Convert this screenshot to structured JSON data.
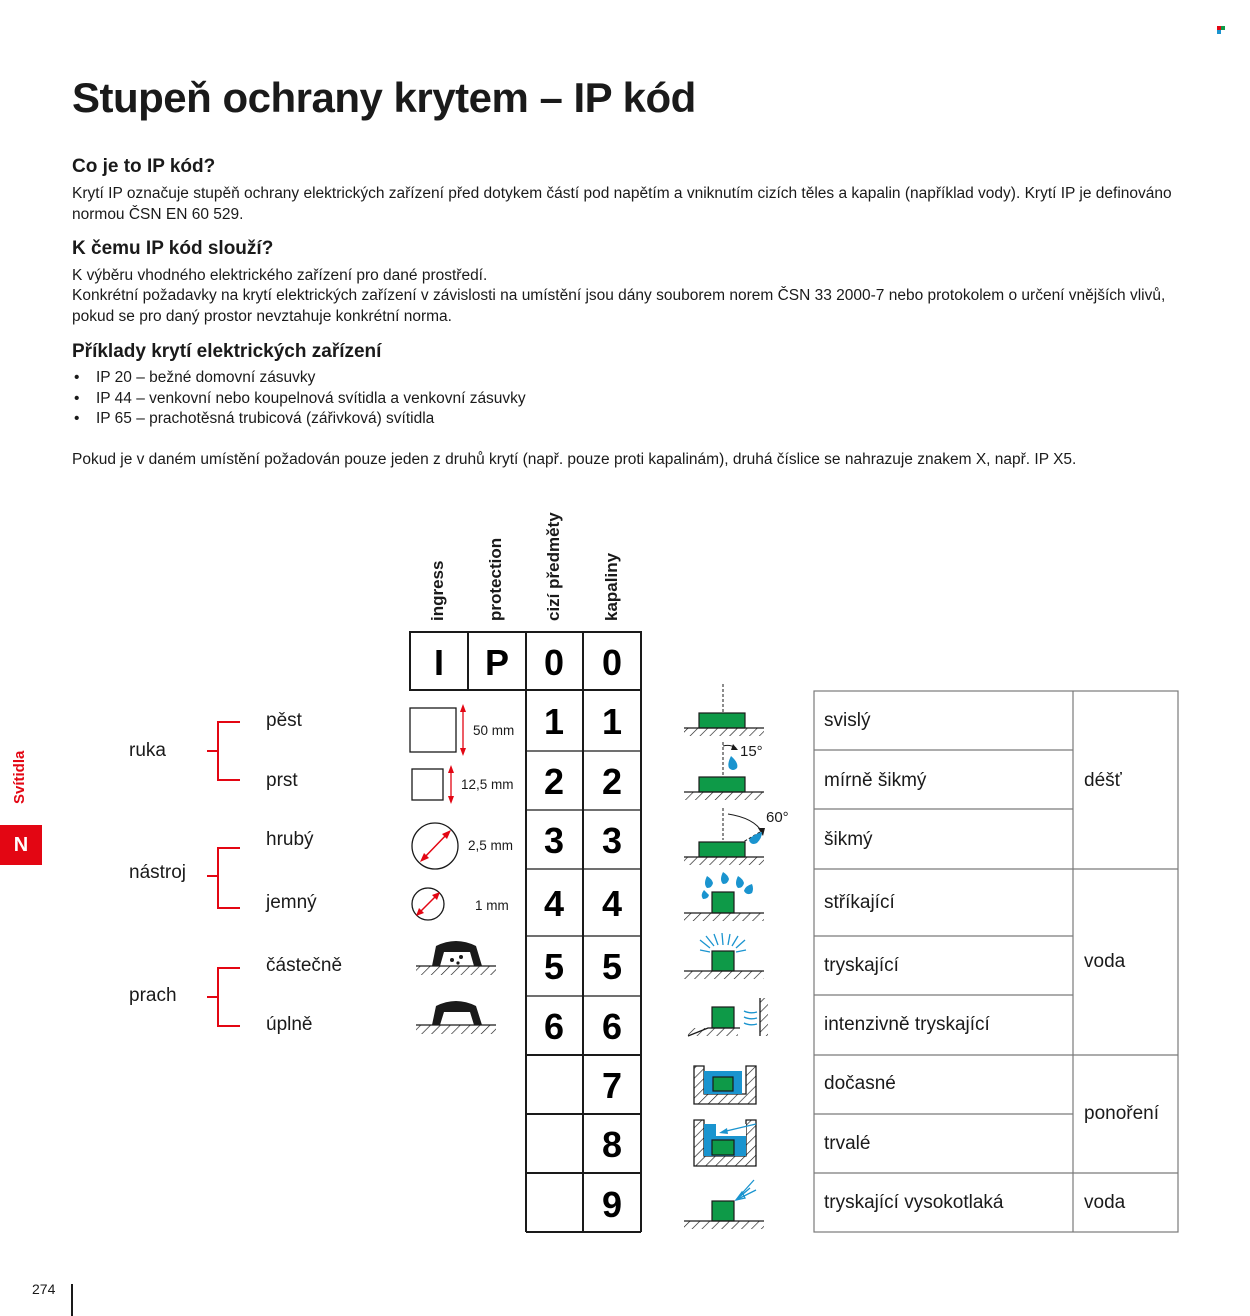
{
  "title": "Stupeň ochrany krytem – IP kód",
  "sections": {
    "what": {
      "heading": "Co je to IP kód?",
      "text": "Krytí IP označuje stupěň ochrany elektrických zařízení před dotykem částí pod napětím a vniknutím cizích těles a kapalin (například vody). Krytí IP je definováno normou ČSN EN 60 529."
    },
    "purpose": {
      "heading": "K čemu IP kód slouží?",
      "line1": "K výběru vhodného elektrického zařízení pro dané prostředí.",
      "line2": "Konkrétní požadavky na krytí elektrických zařízení v závislosti na umístění jsou dány souborem norem ČSN 33 2000-7 nebo protokolem o určení vnějších vlivů, pokud se pro daný prostor nevztahuje konkrétní norma."
    },
    "examples": {
      "heading": "Příklady krytí elektrických zařízení",
      "items": [
        "IP 20 – bežné domovní zásuvky",
        "IP 44 – venkovní nebo koupelnová svítidla a venkovní zásuvky",
        "IP 65 – prachotěsná trubicová (zářivková) svítidla"
      ],
      "note": "Pokud je v daném umístění požadován pouze jeden z druhů krytí (např. pouze proti kapalinám), druhá číslice se nahrazuje znakem X, např. IP X5."
    }
  },
  "diagram": {
    "column_headers": [
      "ingress",
      "protection",
      "cizí předměty",
      "kapaliny"
    ],
    "code_letters": [
      "I",
      "P",
      "0",
      "0"
    ],
    "groups": [
      {
        "name": "ruka",
        "items": [
          "pěst",
          "prst"
        ]
      },
      {
        "name": "nástroj",
        "items": [
          "hrubý",
          "jemný"
        ]
      },
      {
        "name": "prach",
        "items": [
          "částečně",
          "úplně"
        ]
      }
    ],
    "sizes": [
      "50 mm",
      "12,5 mm",
      "2,5 mm",
      "1 mm"
    ],
    "first_digits": [
      "1",
      "2",
      "3",
      "4",
      "5",
      "6"
    ],
    "second_digits": [
      "1",
      "2",
      "3",
      "4",
      "5",
      "6",
      "7",
      "8",
      "9"
    ],
    "angles": [
      "15°",
      "60°"
    ],
    "liquid_labels": [
      "svislý",
      "mírně šikmý",
      "šikmý",
      "stříkající",
      "tryskající",
      "intenzivně tryskající",
      "dočasné",
      "trvalé",
      "tryskající vysokotlaká"
    ],
    "liquid_groups": [
      "déšť",
      "voda",
      "ponoření",
      "voda"
    ]
  },
  "sidebar": {
    "section_label": "Svítidla",
    "tab_letter": "N"
  },
  "page_number": "274",
  "colors": {
    "accent_red": "#e30613",
    "device_green": "#0e9a48",
    "water_blue": "#1a94cf",
    "arrow_red": "#e30613"
  }
}
